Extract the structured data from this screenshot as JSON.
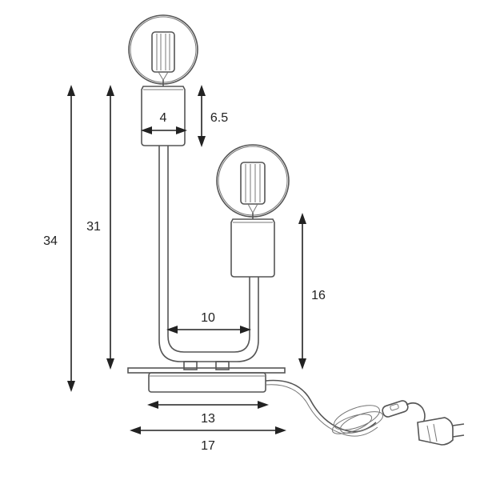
{
  "dimensions": {
    "total_height": "34",
    "pole_height": "31",
    "socket_height": "6.5",
    "socket_width": "4",
    "second_lamp_height": "16",
    "arm_spacing": "10",
    "base_inner_width": "13",
    "base_outer_width": "17"
  }
}
